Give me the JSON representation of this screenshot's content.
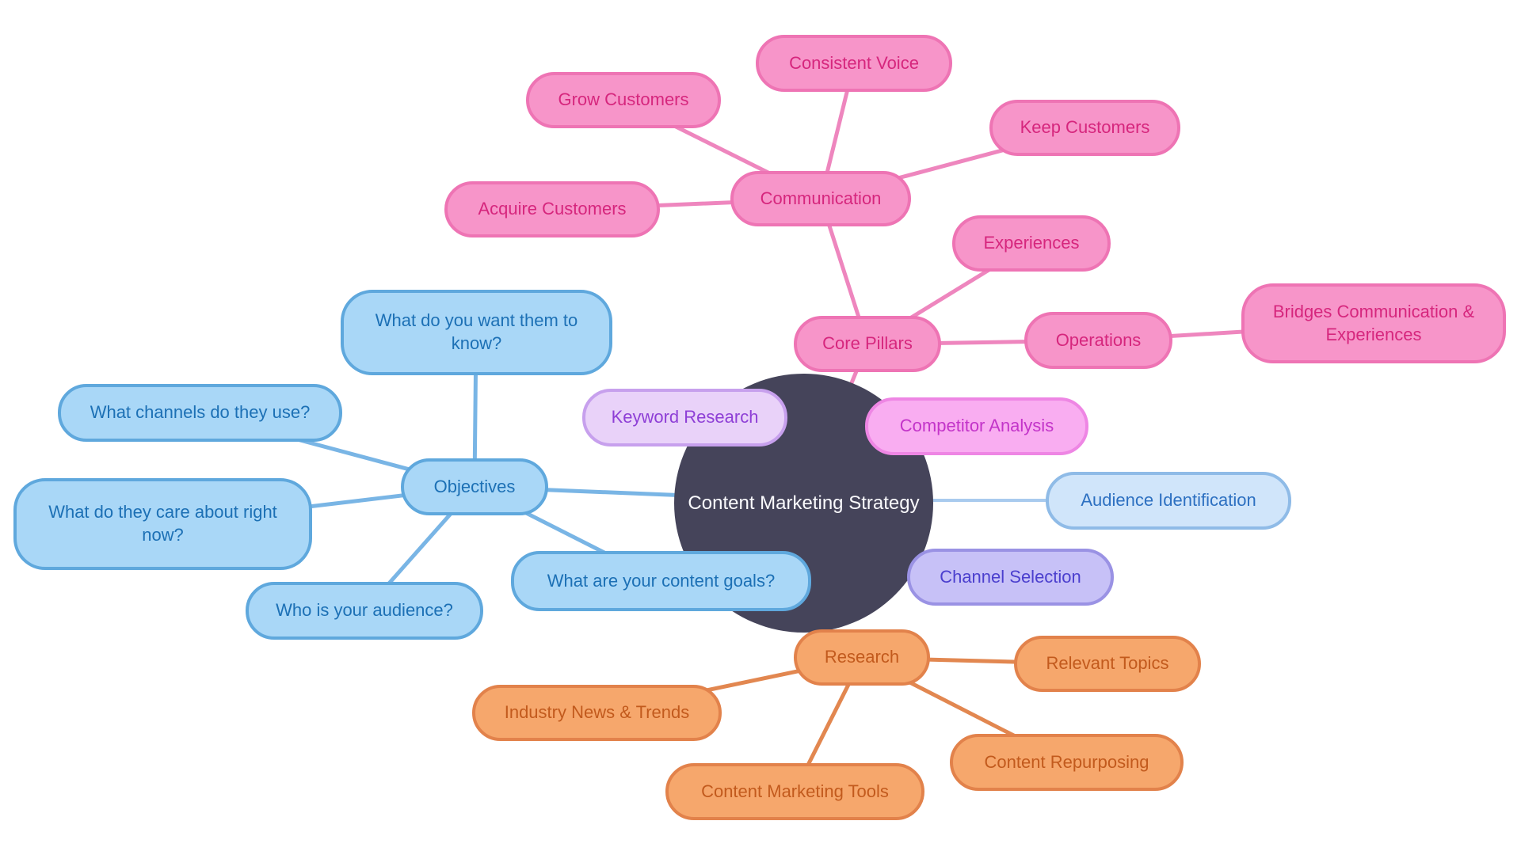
{
  "nodes": {
    "center": {
      "label": "Content Marketing Strategy"
    },
    "communication": {
      "label": "Communication"
    },
    "consistent_voice": {
      "label": "Consistent Voice"
    },
    "grow_customers": {
      "label": "Grow Customers"
    },
    "keep_customers": {
      "label": "Keep Customers"
    },
    "acquire_customers": {
      "label": "Acquire Customers"
    },
    "core_pillars": {
      "label": "Core Pillars"
    },
    "experiences": {
      "label": "Experiences"
    },
    "operations": {
      "label": "Operations"
    },
    "bridges": {
      "label": "Bridges Communication & Experiences"
    },
    "keyword_research": {
      "label": "Keyword Research"
    },
    "competitor_analysis": {
      "label": "Competitor Analysis"
    },
    "audience_identification": {
      "label": "Audience Identification"
    },
    "channel_selection": {
      "label": "Channel Selection"
    },
    "objectives": {
      "label": "Objectives"
    },
    "want_them_know": {
      "label": "What do you want them to know?"
    },
    "channels_use": {
      "label": "What channels do they use?"
    },
    "care_about": {
      "label": "What do they care about right now?"
    },
    "who_audience": {
      "label": "Who is your audience?"
    },
    "content_goals": {
      "label": "What are your content goals?"
    },
    "research": {
      "label": "Research"
    },
    "relevant_topics": {
      "label": "Relevant Topics"
    },
    "industry_news": {
      "label": "Industry News & Trends"
    },
    "content_repurposing": {
      "label": "Content Repurposing"
    },
    "marketing_tools": {
      "label": "Content Marketing Tools"
    }
  },
  "colors": {
    "background": "#FFFFFF",
    "center_fill": "#45445A",
    "center_text": "#FAFAFD",
    "pink_fill": "#F795C9",
    "pink_border": "#EE74B4",
    "pink_text": "#D6267D",
    "pink_line": "#EE86BE",
    "magenta_fill": "#F9ADF1",
    "magenta_border": "#EE86E4",
    "magenta_text": "#C334C9",
    "purple_fill": "#E9D2F9",
    "purple_border": "#C7A0ED",
    "purple_text": "#8E3FD6",
    "blue_fill": "#A9D7F7",
    "blue_border": "#5FA8DD",
    "blue_text": "#1C70B5",
    "blue_line": "#79B5E5",
    "lightblue_fill": "#D0E5FA",
    "lightblue_border": "#8FBBE7",
    "lightblue_text": "#2D70C1",
    "lightblue_line": "#A9CBEE",
    "lavender_fill": "#C7C1F7",
    "lavender_border": "#9A92E4",
    "lavender_text": "#4B3FCE",
    "orange_fill": "#F6A76C",
    "orange_border": "#E2824B",
    "orange_text": "#C25A1D",
    "orange_line": "#E28750"
  }
}
